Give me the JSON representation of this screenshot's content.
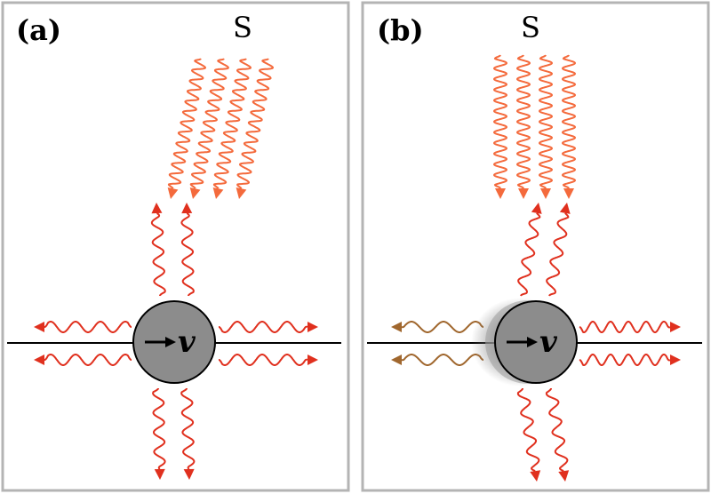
{
  "panels": [
    {
      "id": "a",
      "label": "(a)",
      "source_label": "S",
      "velocity_label": "v",
      "incoming_direction": "oblique",
      "emission_color_left": "#e0301e",
      "emission_color_right": "#e0301e",
      "shadow": false
    },
    {
      "id": "b",
      "label": "(b)",
      "source_label": "S",
      "velocity_label": "v",
      "incoming_direction": "vertical",
      "emission_color_left": "#a0672e",
      "emission_color_right": "#e0301e",
      "shadow": true
    }
  ],
  "colors": {
    "incoming_waves": "#f46a3c",
    "emitted_waves": "#e0301e",
    "redshifted_waves": "#a0672e",
    "particle_fill": "#8c8c8c",
    "border": "#b4b4b4"
  }
}
